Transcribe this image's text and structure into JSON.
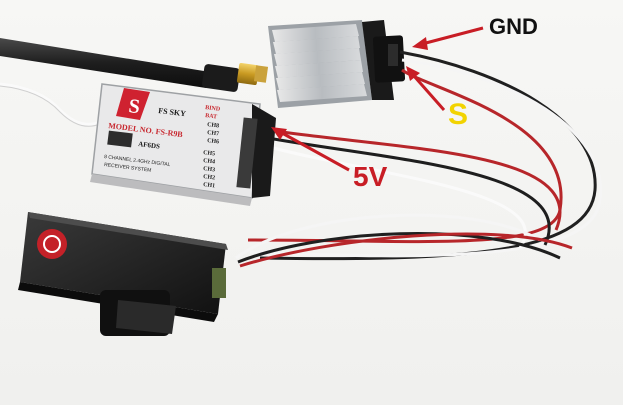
{
  "annotations": {
    "gnd_label": "GND",
    "signal_label": "S",
    "power_label": "5V"
  },
  "receiver": {
    "brand": "FS SKY",
    "logo_letter": "S",
    "model": "MODEL NO. FS-R9B",
    "code": "AF6DS",
    "description_line1": "8 CHANNEL 2.4GHz DIGITAL",
    "description_line2": "RECEIVER SYSTEM",
    "bind_label": "BIND",
    "bat_label": "BAT",
    "channels_top": [
      "CH8",
      "CH7",
      "CH6"
    ],
    "channels_bottom": [
      "CH5",
      "CH4",
      "CH3",
      "CH2",
      "CH1"
    ]
  },
  "colors": {
    "arrow": "#c81d25",
    "signal_text": "#f2d300",
    "gnd_text": "#111111"
  }
}
